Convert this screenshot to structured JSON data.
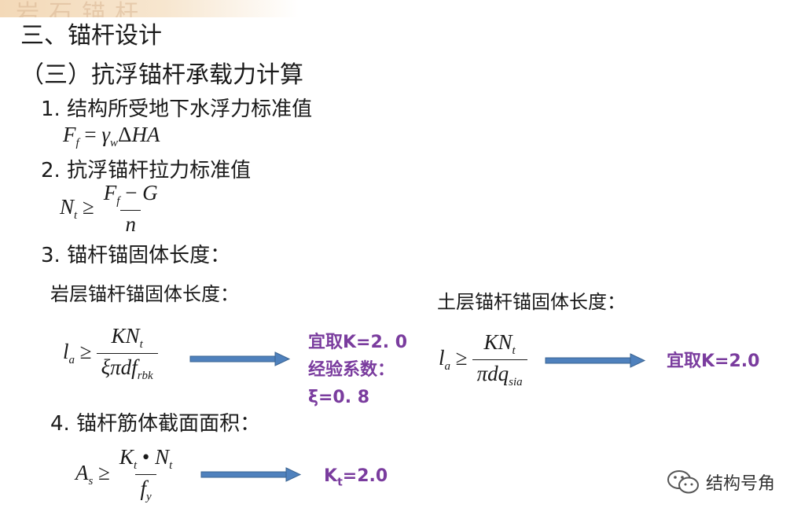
{
  "title": "三、锚杆设计",
  "subtitle": "（三）抗浮锚杆承载力计算",
  "item1": {
    "label": "1. 结构所受地下水浮力标准值"
  },
  "item2": {
    "label": "2. 抗浮锚杆拉力标准值"
  },
  "item3": {
    "label": "3. 锚杆锚固体长度："
  },
  "item4": {
    "label": "4. 锚杆筋体截面面积："
  },
  "rock": {
    "label": "岩层锚杆锚固体长度：",
    "note_line1": "宜取K=2. 0",
    "note_line2": "经验系数：",
    "note_line3": "ξ=0. 8"
  },
  "soil": {
    "label": "土层锚杆锚固体长度：",
    "note": "宜取K=2.0"
  },
  "steel": {
    "note_k": "K",
    "note_sub": "t",
    "note_val": "=2.0"
  },
  "watermark": "结构号角",
  "colors": {
    "note": "#7a3c9e",
    "arrow": "#4f81bd"
  }
}
